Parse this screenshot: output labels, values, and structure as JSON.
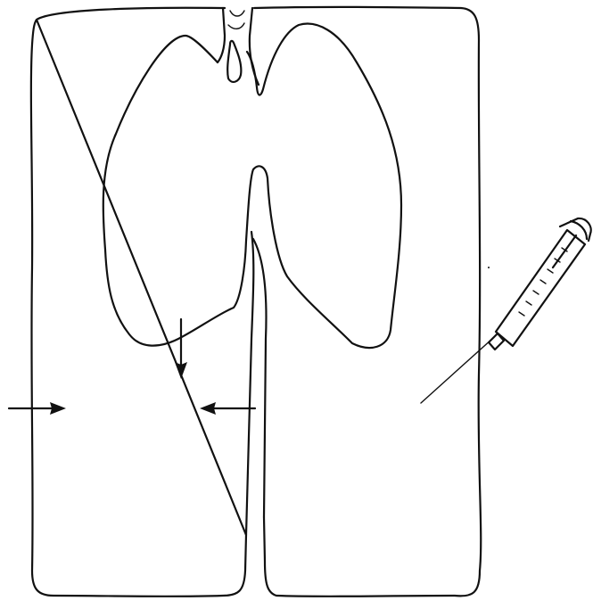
{
  "diagram": {
    "components": [
      "body-cavity-outline",
      "lung-outline",
      "mediastinal-septum",
      "syringe-with-needle",
      "arrow-right",
      "arrow-down",
      "arrow-left"
    ],
    "ink_color": "#111111",
    "background_color": "#ffffff"
  }
}
